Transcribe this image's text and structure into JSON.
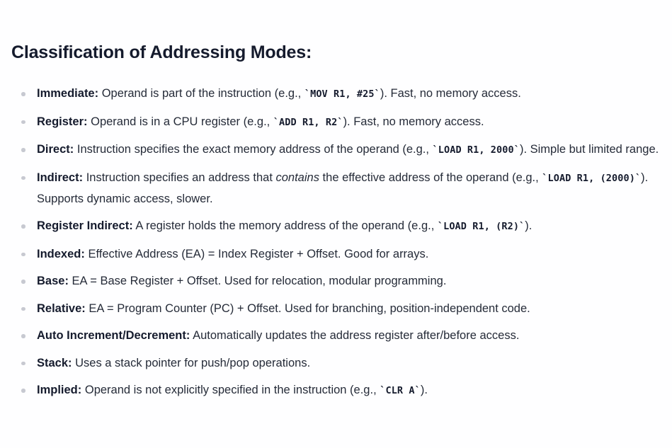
{
  "document": {
    "title": "Classification of Addressing Modes:",
    "background_color": "#fefeff",
    "text_color": "#252b38",
    "heading_color": "#151b2d",
    "bullet_color": "#c7c9d1"
  },
  "list": {
    "items": [
      {
        "label": "Immediate:",
        "before": "Operand is part of the instruction (e.g., ",
        "code": "`MOV R1, #25`",
        "after": "). Fast, no memory access."
      },
      {
        "label": "Register:",
        "before": "Operand is in a CPU register (e.g., ",
        "code": "`ADD R1, R2`",
        "after": "). Fast, no memory access."
      },
      {
        "label": "Direct:",
        "before": "Instruction specifies the exact memory address of the operand (e.g., ",
        "code": "`LOAD R1, 2000`",
        "after": "). Simple but limited range."
      },
      {
        "label": "Indirect:",
        "before": "Instruction specifies an address that ",
        "emphasis": "contains",
        "before2": " the effective address of the operand (e.g., ",
        "code": "`LOAD R1, (2000)`",
        "after": "). Supports dynamic access, slower."
      },
      {
        "label": "Register Indirect:",
        "before": "A register holds the memory address of the operand (e.g., ",
        "code": "`LOAD R1, (R2)`",
        "after": ")."
      },
      {
        "label": "Indexed:",
        "before": "Effective Address (EA) = Index Register + Offset. Good for arrays.",
        "code": "",
        "after": ""
      },
      {
        "label": "Base:",
        "before": "EA = Base Register + Offset. Used for relocation, modular programming.",
        "code": "",
        "after": ""
      },
      {
        "label": "Relative:",
        "before": "EA = Program Counter (PC) + Offset. Used for branching, position-independent code.",
        "code": "",
        "after": ""
      },
      {
        "label": "Auto Increment/Decrement:",
        "before": "Automatically updates the address register after/before access.",
        "code": "",
        "after": ""
      },
      {
        "label": "Stack:",
        "before": "Uses a stack pointer for push/pop operations.",
        "code": "",
        "after": ""
      },
      {
        "label": "Implied:",
        "before": "Operand is not explicitly specified in the instruction (e.g., ",
        "code": "`CLR A`",
        "after": ")."
      }
    ]
  }
}
